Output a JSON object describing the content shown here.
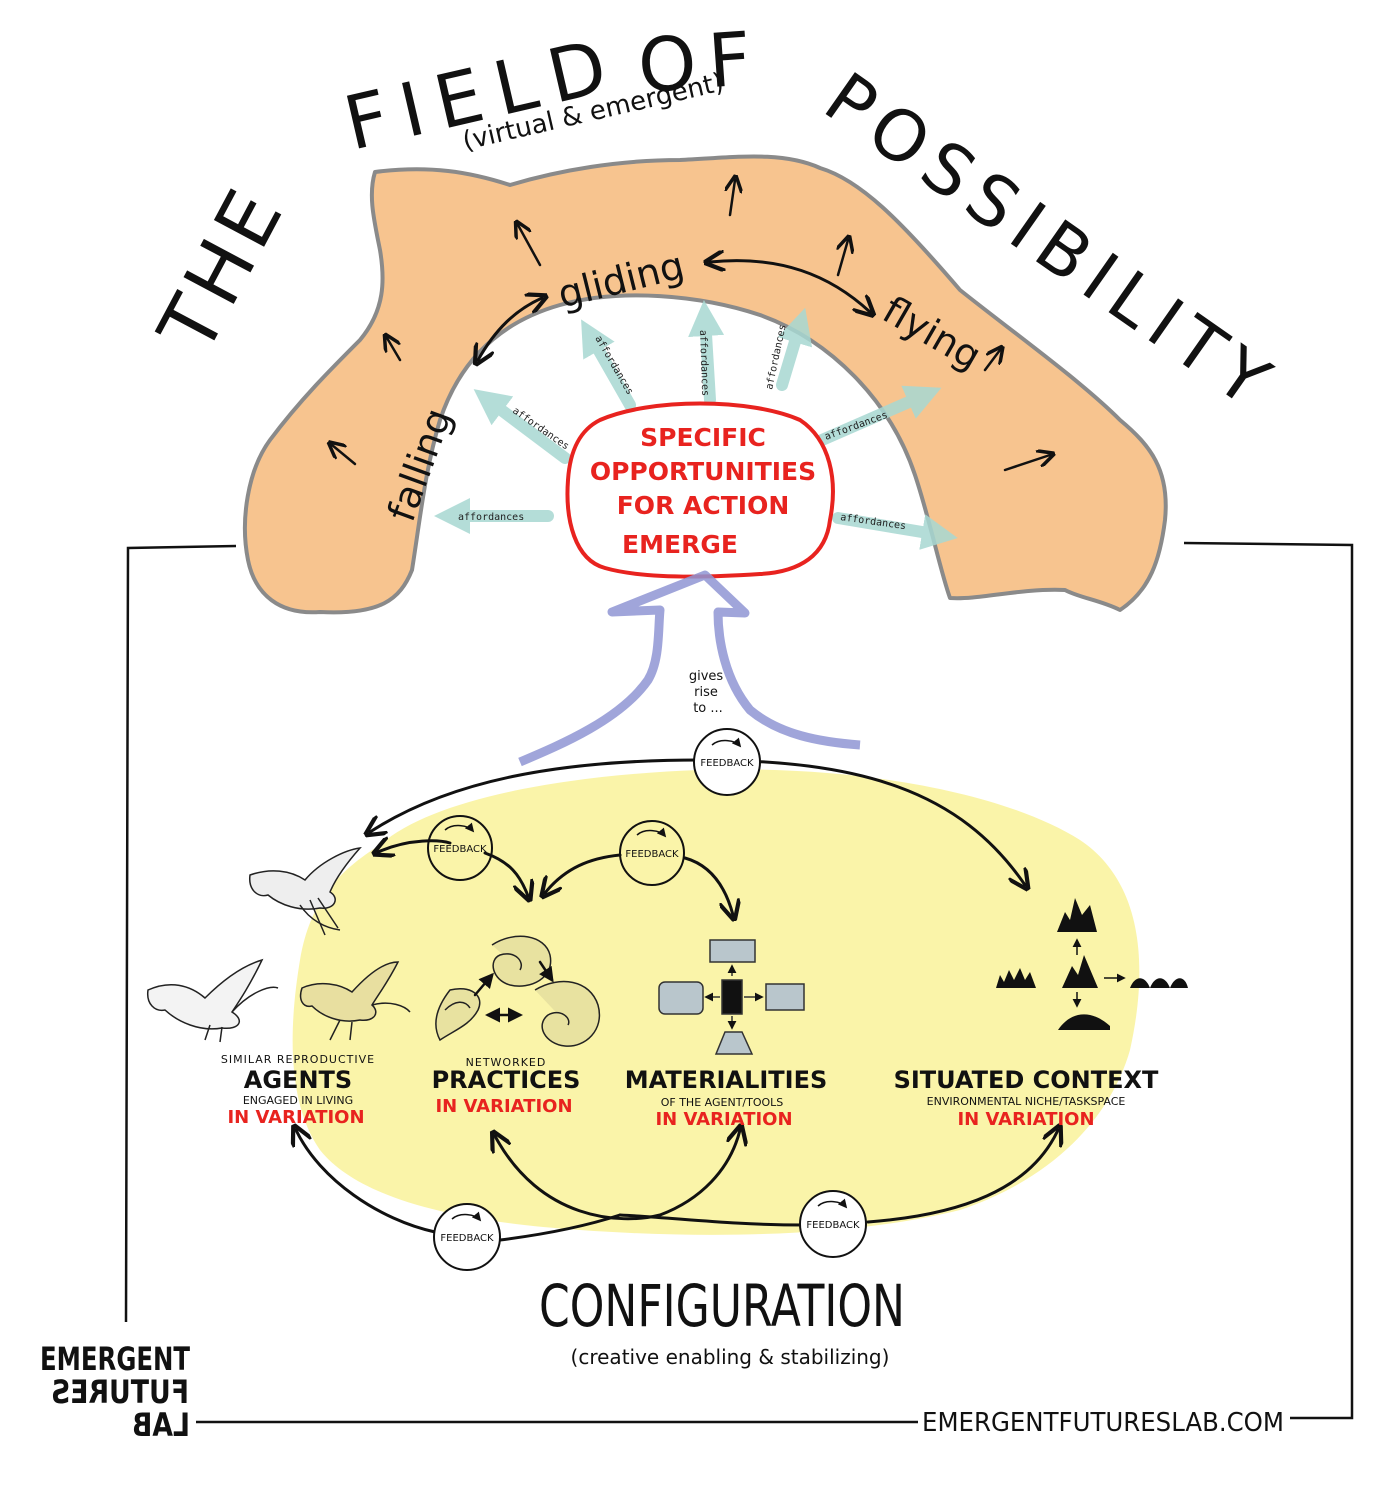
{
  "title": {
    "the": "THE",
    "field": "FIELD",
    "of": "OF",
    "possibility": "POSSIBILITY",
    "subtitle": "(virtual & emergent)"
  },
  "field_labels": {
    "falling": "falling",
    "gliding": "gliding",
    "flying": "flying"
  },
  "affordance_label": "affordances",
  "center_box": {
    "line1": "SPECIFIC",
    "line2": "OPPORTUNITIES",
    "line3": "FOR ACTION",
    "line4": "EMERGE"
  },
  "gives_rise": {
    "line1": "gives",
    "line2": "rise",
    "line3": "to ..."
  },
  "feedback_label": "FEEDBACK",
  "elements": {
    "agents": {
      "pre": "SIMILAR REPRODUCTIVE",
      "name": "AGENTS",
      "sub": "ENGAGED IN LIVING",
      "variation": "IN VARIATION"
    },
    "practices": {
      "pre": "NETWORKED",
      "name": "PRACTICES",
      "variation": "IN VARIATION"
    },
    "materialities": {
      "name": "MATERIALITIES",
      "sub": "OF THE AGENT/TOOLS",
      "variation": "IN VARIATION"
    },
    "context": {
      "name": "SITUATED CONTEXT",
      "sub": "ENVIRONMENTAL NICHE/TASKSPACE",
      "variation": "IN VARIATION"
    }
  },
  "configuration": {
    "title": "CONFIGURATION",
    "subtitle": "(creative enabling & stabilizing)"
  },
  "logo": {
    "line1": "EMERGENT",
    "line2": "FUTURES",
    "line3": "LAB"
  },
  "url": "EMERGENTFUTURESLAB.COM",
  "colors": {
    "field_fill": "#f7c48f",
    "field_stroke": "#8a8a8a",
    "configuration_fill": "#faf3a0",
    "highlight_red": "#e8231f",
    "affordance_teal": "#a8d8d2",
    "gives_rise_arrow": "#8f95d3"
  }
}
